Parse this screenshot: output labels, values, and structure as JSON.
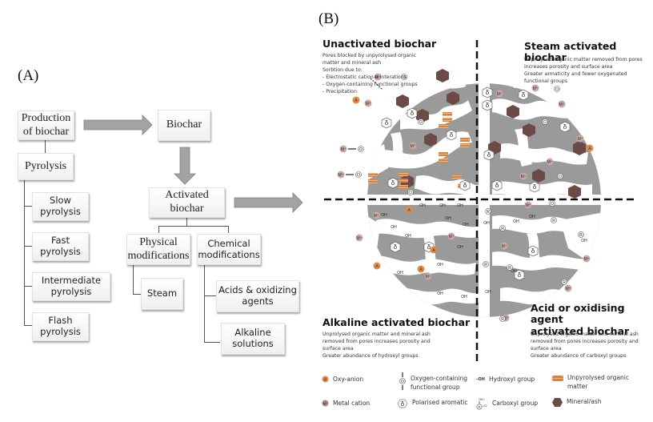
{
  "panel_a": {
    "label": "(A)",
    "nodes": {
      "production": "Production of biochar",
      "biochar": "Biochar",
      "pyrolysis": "Pyrolysis",
      "slow": "Slow pyrolysis",
      "fast": "Fast pyrolysis",
      "intermediate": "Intermediate pyrolysis",
      "flash": "Flash pyrolysis",
      "activated": "Activated biochar",
      "physical": "Physical modifications",
      "chemical": "Chemical modifications",
      "steam": "Steam",
      "acids": "Acids & oxidizing agents",
      "alkaline": "Alkaline solutions"
    }
  },
  "panel_b": {
    "label": "(B)",
    "quadrants": {
      "unactivated": {
        "title": "Unactivated biochar",
        "lines": [
          "Pores blocked by unpyrolysed organic",
          "matter and mineral ash",
          "Sorbtion due to:",
          " - Electrostatic cation-π interations",
          " - Oxygen-containing functional groups",
          " - Precipitation"
        ]
      },
      "steam": {
        "title": "Steam activated biochar",
        "lines": [
          "Unprolysed organic matter removed from pores",
          "increases porosity and surface area",
          "Greater armaticity and fewer oxygenated",
          "functional groups"
        ]
      },
      "alkaline": {
        "title": "Alkaline activated biochar",
        "lines": [
          "Unprolysed organic matter and mineral ash",
          "removed from pores increases porosity and",
          "surface area",
          "Greater abundance of hydroxyl groups"
        ]
      },
      "acid": {
        "title_line1": "Acid or oxidising agent",
        "title_line2": "activated biochar",
        "lines": [
          "Unprolysed organic matter and mineral ash",
          "removed from pores increases porosity and",
          "surface area",
          "Greater abundance of carboxyl groups"
        ]
      }
    },
    "symbols": {
      "anion": "A",
      "cation": "M⁺",
      "delta": "δ",
      "oxygen": "O",
      "hydroxyl": "OH",
      "r_group": "R"
    },
    "legend": {
      "oxy_anion": "Oxy-anion",
      "metal_cation": "Metal cation",
      "oxygen_group_l1": "Oxygen-containing",
      "oxygen_group_l2": "functional group",
      "polarised_aromatic": "Polarised aromatic",
      "hydroxyl_group": "Hydroxyl group",
      "carboxyl_group": "Carboxyl group",
      "unpyrolysed_l1": "Unpyrolysed organic",
      "unpyrolysed_l2": "matter",
      "mineral_ash": "Mineral/ash"
    },
    "colors": {
      "biochar_matrix": "#9a9a9a",
      "pore": "#ffffff",
      "mineral_ash": "#6b4a48",
      "anion": "#e08a48",
      "cation": "#c9a8a4",
      "unpyrolysed": "#d8843e"
    }
  }
}
